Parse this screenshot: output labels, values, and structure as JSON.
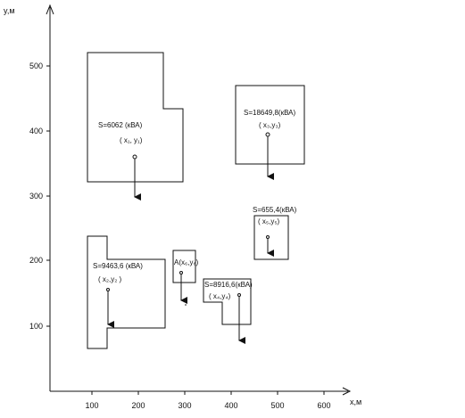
{
  "axes": {
    "x_title": "x,м",
    "y_title": "y,м",
    "x_ticks": [
      "100",
      "200",
      "300",
      "400",
      "500",
      "600"
    ],
    "y_ticks": [
      "100",
      "200",
      "300",
      "400",
      "500"
    ]
  },
  "buildings": [
    {
      "id": "b1",
      "power": "S=6062 (кВА)",
      "coords": "( x₁, y₁)"
    },
    {
      "id": "b2",
      "power": "S=9463,6 (кВА)",
      "coords": "( x₂,y₂ )"
    },
    {
      "id": "b3",
      "power": "S=18649,8(кВА)",
      "coords": "( x₃,y₃)"
    },
    {
      "id": "b4",
      "power": "S=8916,6(кВА)",
      "coords": "( x₄,y₄)"
    },
    {
      "id": "b5",
      "power": "S=655,4(кВА)",
      "coords": "( x₅,y₅)"
    }
  ],
  "point_a": {
    "label": "A(x₆,y₆)"
  },
  "colors": {
    "stroke": "#111111",
    "background": "#ffffff"
  }
}
